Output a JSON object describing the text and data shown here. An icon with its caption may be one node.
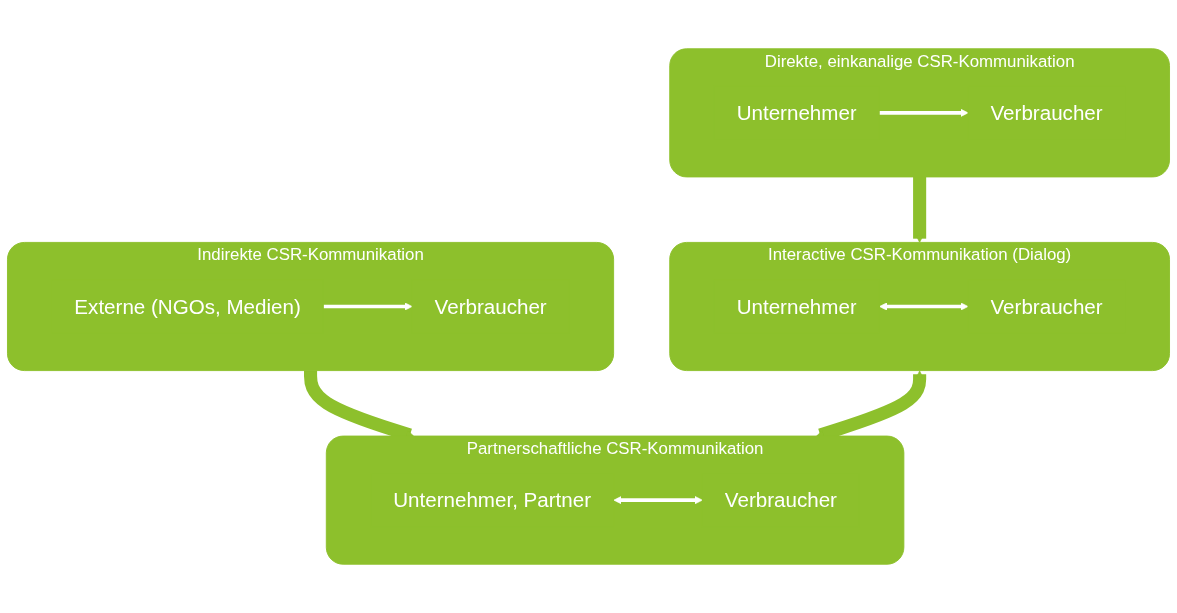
{
  "diagram": {
    "nodes": [
      {
        "text": [
          "Direkte, einkanalige CSR-Kommunikation"
        ]
      },
      {
        "text": [
          "Unternehmer"
        ],
        "in": 0
      },
      {
        "text": [
          "Verbraucher"
        ],
        "in": 0
      },
      {
        "text": [
          "Indirekte CSR-Kommunikation"
        ]
      },
      {
        "text": [
          "Externe (NGOs, Medien)"
        ],
        "in": 3
      },
      {
        "text": [
          "Verbraucher"
        ],
        "in": 3
      },
      {
        "text": [
          "Interactive CSR-Kommunikation (Dialog)"
        ]
      },
      {
        "text": [
          "Unternehmer"
        ],
        "in": 6
      },
      {
        "text": [
          "Verbraucher"
        ],
        "in": 6
      },
      {
        "text": [
          "Partnerschaftliche CSR-Kommunikation"
        ]
      },
      {
        "text": [
          "Unternehmer, Partner"
        ],
        "in": 9
      },
      {
        "text": [
          "Verbraucher"
        ],
        "in": 9
      }
    ],
    "edges": [
      {
        "from": 1,
        "to": 2,
        "arrow": "to"
      },
      {
        "from": 4,
        "to": 5,
        "arrow": "to"
      },
      {
        "from": 7,
        "to": 8,
        "arrow": "both"
      },
      {
        "from": 10,
        "to": 11,
        "arrow": "both"
      },
      {
        "from": 0,
        "to": 6,
        "arrow": "to",
        "style": "thick",
        "color": "#8dc02c"
      },
      {
        "from": 3,
        "to": 9,
        "arrow": "to",
        "style": "thick",
        "color": "#8dc02c"
      },
      {
        "from": 6,
        "to": 9,
        "arrow": "both",
        "style": "thick",
        "color": "#8dc02c"
      }
    ]
  }
}
